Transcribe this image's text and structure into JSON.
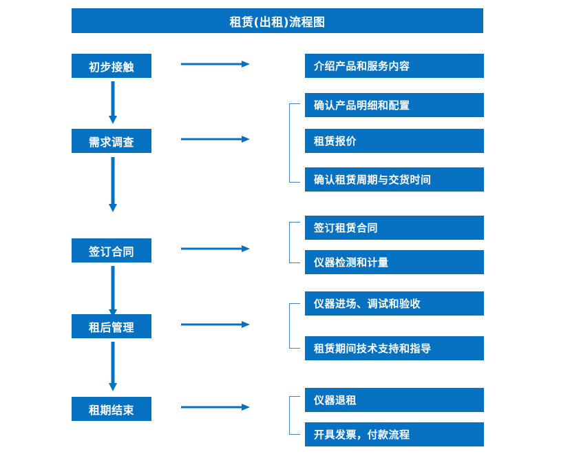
{
  "diagram": {
    "type": "flowchart",
    "title": "租赁(出租)流程图",
    "accent_color": "#0671C0",
    "bracket_color": "#4a7fb5",
    "text_color": "#FFFFFF",
    "background_color": "#FFFFFF",
    "stages": [
      {
        "id": "stage-1",
        "label": "初步接触",
        "tasks": [
          {
            "id": "task-1-1",
            "label": "介绍产品和服务内容"
          }
        ],
        "has_bracket": false,
        "has_down_arrow": true,
        "has_right_arrow": true
      },
      {
        "id": "stage-2",
        "label": "需求调查",
        "tasks": [
          {
            "id": "task-2-1",
            "label": "确认产品明细和配置"
          },
          {
            "id": "task-2-2",
            "label": "租赁报价"
          },
          {
            "id": "task-2-3",
            "label": "确认租赁周期与交货时间"
          }
        ],
        "has_bracket": true,
        "has_down_arrow": true,
        "has_right_arrow": true
      },
      {
        "id": "stage-3",
        "label": "签订合同",
        "tasks": [
          {
            "id": "task-3-1",
            "label": "签订租赁合同"
          },
          {
            "id": "task-3-2",
            "label": "仪器检测和计量"
          }
        ],
        "has_bracket": true,
        "has_down_arrow": true,
        "has_right_arrow": true
      },
      {
        "id": "stage-4",
        "label": "租后管理",
        "tasks": [
          {
            "id": "task-4-1",
            "label": "仪器进场、调试和验收"
          },
          {
            "id": "task-4-2",
            "label": "租赁期间技术支持和指导"
          }
        ],
        "has_bracket": true,
        "has_down_arrow": true,
        "has_right_arrow": true
      },
      {
        "id": "stage-5",
        "label": "租期结束",
        "tasks": [
          {
            "id": "task-5-1",
            "label": "仪器退租"
          },
          {
            "id": "task-5-2",
            "label": "开具发票，付款流程"
          }
        ],
        "has_bracket": true,
        "has_down_arrow": false,
        "has_right_arrow": true
      }
    ]
  }
}
